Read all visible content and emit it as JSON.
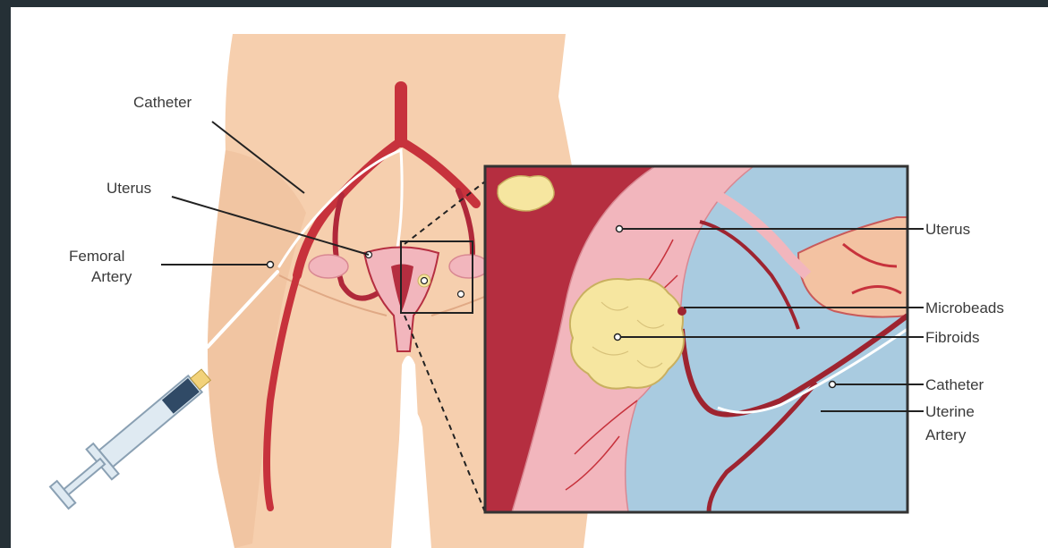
{
  "labels": {
    "catheter": "Catheter",
    "uterus": "Uterus",
    "femoral_artery_line1": "Femoral",
    "femoral_artery_line2": "Artery",
    "inset_uterus": "Uterus",
    "microbeads": "Microbeads",
    "fibroids": "Fibroids",
    "inset_catheter": "Catheter",
    "uterine_artery_line1": "Uterine",
    "uterine_artery_line2": "Artery"
  },
  "colors": {
    "frame": "#253036",
    "skin": "#f6cfae",
    "skin_shadow": "#efbe9a",
    "artery": "#c7323c",
    "artery_dark": "#9e2430",
    "uterus_wall": "#f2b6bd",
    "uterus_inner": "#b52e40",
    "cavity": "#a9cbe0",
    "fibroid": "#f6e6a0",
    "leader": "#222222"
  }
}
